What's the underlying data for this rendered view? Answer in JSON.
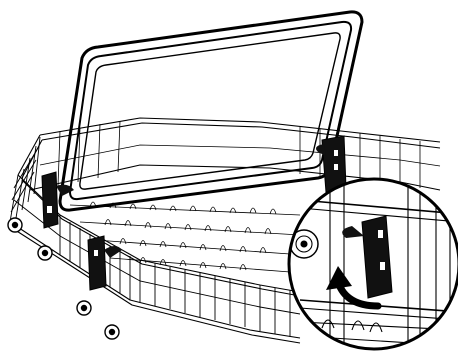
{
  "figure": {
    "subject": "dishwasher-rack-with-flip-up-tray",
    "background_color": "#ffffff",
    "line_color": "#000000",
    "detail_callout": {
      "shape": "circle",
      "arrow": "curved-rotation-arrow"
    }
  }
}
